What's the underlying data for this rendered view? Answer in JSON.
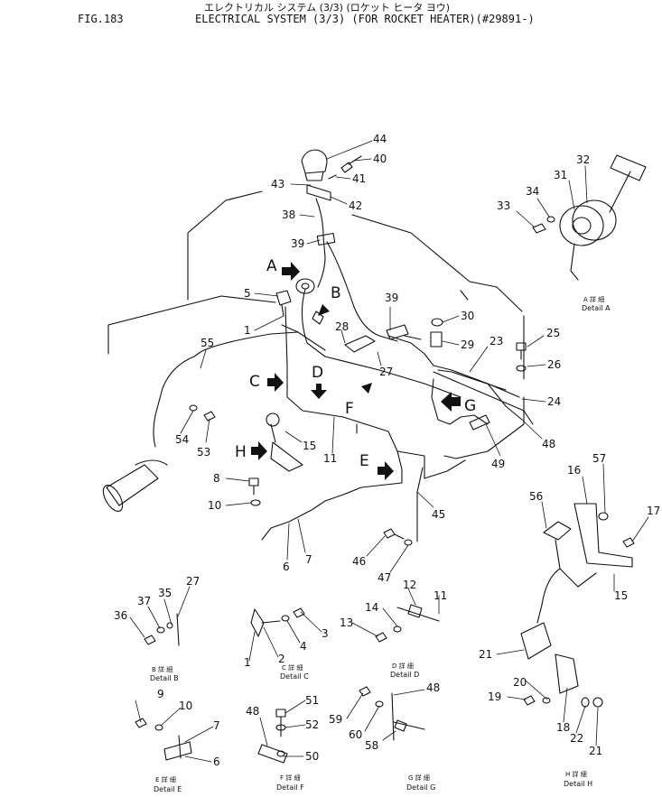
{
  "header": {
    "fig": "FIG.183",
    "title_jp": "エレクトリカル システム (3/3) (ロケット ヒータ ヨウ)",
    "title_en": "ELECTRICAL SYSTEM (3/3) (FOR ROCKET HEATER)(#29891-)"
  },
  "views": [
    {
      "letter": "A"
    },
    {
      "letter": "B"
    },
    {
      "letter": "C"
    },
    {
      "letter": "D"
    },
    {
      "letter": "E"
    },
    {
      "letter": "F"
    },
    {
      "letter": "G"
    },
    {
      "letter": "H"
    }
  ],
  "part_labels": [
    "44",
    "40",
    "41",
    "43",
    "42",
    "38",
    "39",
    "32",
    "31",
    "34",
    "33",
    "A",
    "B",
    "5",
    "1",
    "28",
    "39",
    "30",
    "29",
    "23",
    "25",
    "26",
    "24",
    "27",
    "55",
    "C",
    "D",
    "F",
    "G",
    "54",
    "53",
    "15",
    "11",
    "48",
    "49",
    "H",
    "E",
    "8",
    "10",
    "45",
    "46",
    "47",
    "6",
    "7",
    "56",
    "16",
    "57",
    "17",
    "15",
    "27",
    "35",
    "37",
    "36",
    "3",
    "4",
    "2",
    "1",
    "12",
    "11",
    "14",
    "13",
    "9",
    "10",
    "7",
    "6",
    "48",
    "51",
    "52",
    "50",
    "48",
    "59",
    "60",
    "58",
    "21",
    "20",
    "19",
    "18",
    "22",
    "21"
  ],
  "detail_captions": [
    {
      "jp": "A 詳 細",
      "en": "Detail A"
    },
    {
      "jp": "B 詳 細",
      "en": "Detail B"
    },
    {
      "jp": "C 詳 細",
      "en": "Detail C"
    },
    {
      "jp": "D 詳 細",
      "en": "Detail D"
    },
    {
      "jp": "E 詳 細",
      "en": "Detail E"
    },
    {
      "jp": "F 詳 細",
      "en": "Detail F"
    },
    {
      "jp": "G 詳 細",
      "en": "Detail G"
    },
    {
      "jp": "H 詳 細",
      "en": "Detail H"
    }
  ]
}
